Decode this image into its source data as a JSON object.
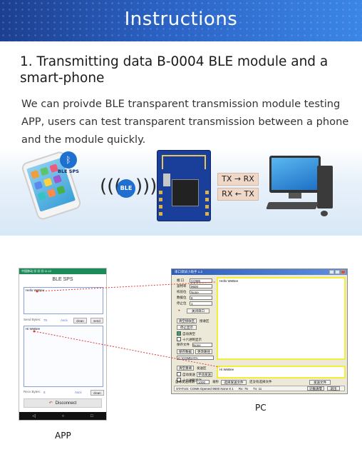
{
  "banner": {
    "title": "Instructions"
  },
  "section": {
    "heading": "1. Transmitting data B-0004 BLE module and a smart-phone",
    "body": "We can proivde BLE transparent transmission module testing APP, users can test transparent transmission between a phone and the module quickly."
  },
  "illustration": {
    "bt_caption": "BLE SPS",
    "ble_badge": "BLE",
    "tx_rx_1": "TX → RX",
    "tx_rx_2": "RX ← TX"
  },
  "app": {
    "status": "中国移动 ▦ ▦ ▦ 11:12",
    "title": "BLE SPS",
    "recv_text": "Hello WeBee",
    "send_bytes_label": "Send Bytes:",
    "send_bytes_value": "75",
    "ascii1": "Ascii",
    "clean1": "clean",
    "send": "send",
    "send_text": "Hi WeBee",
    "recv_bytes_label": "Recv Bytes:",
    "recv_bytes_value": "8",
    "ascii2": "Ascii",
    "clean2": "clean",
    "disconnect": "Disconnect",
    "nav_back": "◁",
    "nav_home": "○",
    "nav_recent": "□"
  },
  "pc": {
    "title": "串口调试小助手 1.2",
    "labels": {
      "port": "端 口",
      "baud": "波特率",
      "parity": "校验位",
      "databits": "数据位",
      "stopbits": "停止位"
    },
    "values": {
      "port": "COM6",
      "baud": "9600",
      "parity": "None",
      "databits": "8",
      "stopbits": "1"
    },
    "close_port": "关闭串口",
    "clear_recv": "清空接收区",
    "recv_area": "接收区",
    "stop_display": "停止显示",
    "auto_clear": "自动清空",
    "hex_display": "十六进制显示",
    "save_display": "保存数据",
    "change_path": "更改路径",
    "save_file": "保存文件",
    "save_path": "C:\\COMDATA",
    "recv_text": "Hello WeBee",
    "clear_send": "清空重填",
    "send_area": "发送区",
    "auto_send": "自动发送",
    "manual_send": "手动发送",
    "hex_send": "十六进制发送",
    "period_label": "自动发送周期",
    "period_value": "1000",
    "ms": "毫秒",
    "select_file": "选择发送文件",
    "no_file": "还没有选择文件",
    "send_file": "发送文件",
    "send_text": "Hi WeBee",
    "status_text": "STATUS: COM6 Opened 9600 None 8 1",
    "rx": "Rx: 75",
    "tx": "Tx: 11",
    "count_clear": "计数清零",
    "exit": "退出"
  },
  "captions": {
    "app": "APP",
    "pc": "PC"
  }
}
